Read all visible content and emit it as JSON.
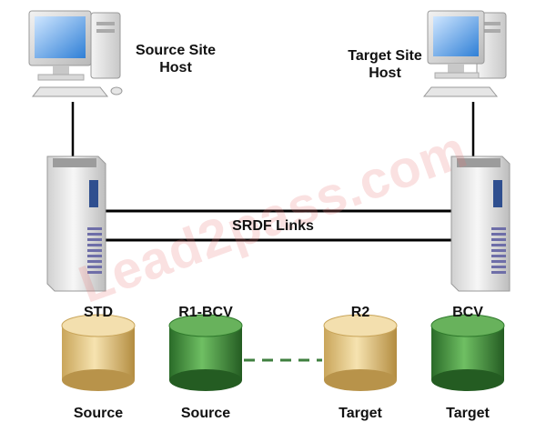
{
  "labels": {
    "source_host": [
      "Source Site",
      "Host"
    ],
    "target_host": [
      "Target Site",
      "Host"
    ],
    "links": "SRDF Links",
    "std": "STD",
    "r1bcv": "R1-BCV",
    "r2": "R2",
    "bcv": "BCV",
    "std_role": "Source",
    "r1bcv_role": "Source",
    "r2_role": "Target",
    "bcv_role": "Target"
  },
  "watermark": "Lead2pass.com",
  "colors": {
    "gold": "#e2c27a",
    "green": "#3f8f3a",
    "line": "#000000",
    "dashed": "#3f7f3f"
  }
}
